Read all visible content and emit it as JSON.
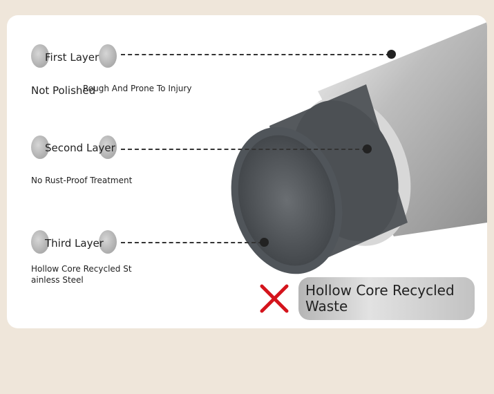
{
  "layers": [
    {
      "label": "First Layer",
      "descriptions": [
        "Not Polished",
        "Rough And Prone To Injury"
      ]
    },
    {
      "label": "Second Layer",
      "descriptions": [
        "No Rust-Proof Treatment"
      ]
    },
    {
      "label": "Third Layer",
      "descriptions": [
        "Hollow Core Recycled St",
        "ainless Steel"
      ]
    }
  ],
  "badge": {
    "text": "Hollow Core Recycled Waste"
  },
  "colors": {
    "background": "#efe6da",
    "cross": "#d4141c"
  }
}
